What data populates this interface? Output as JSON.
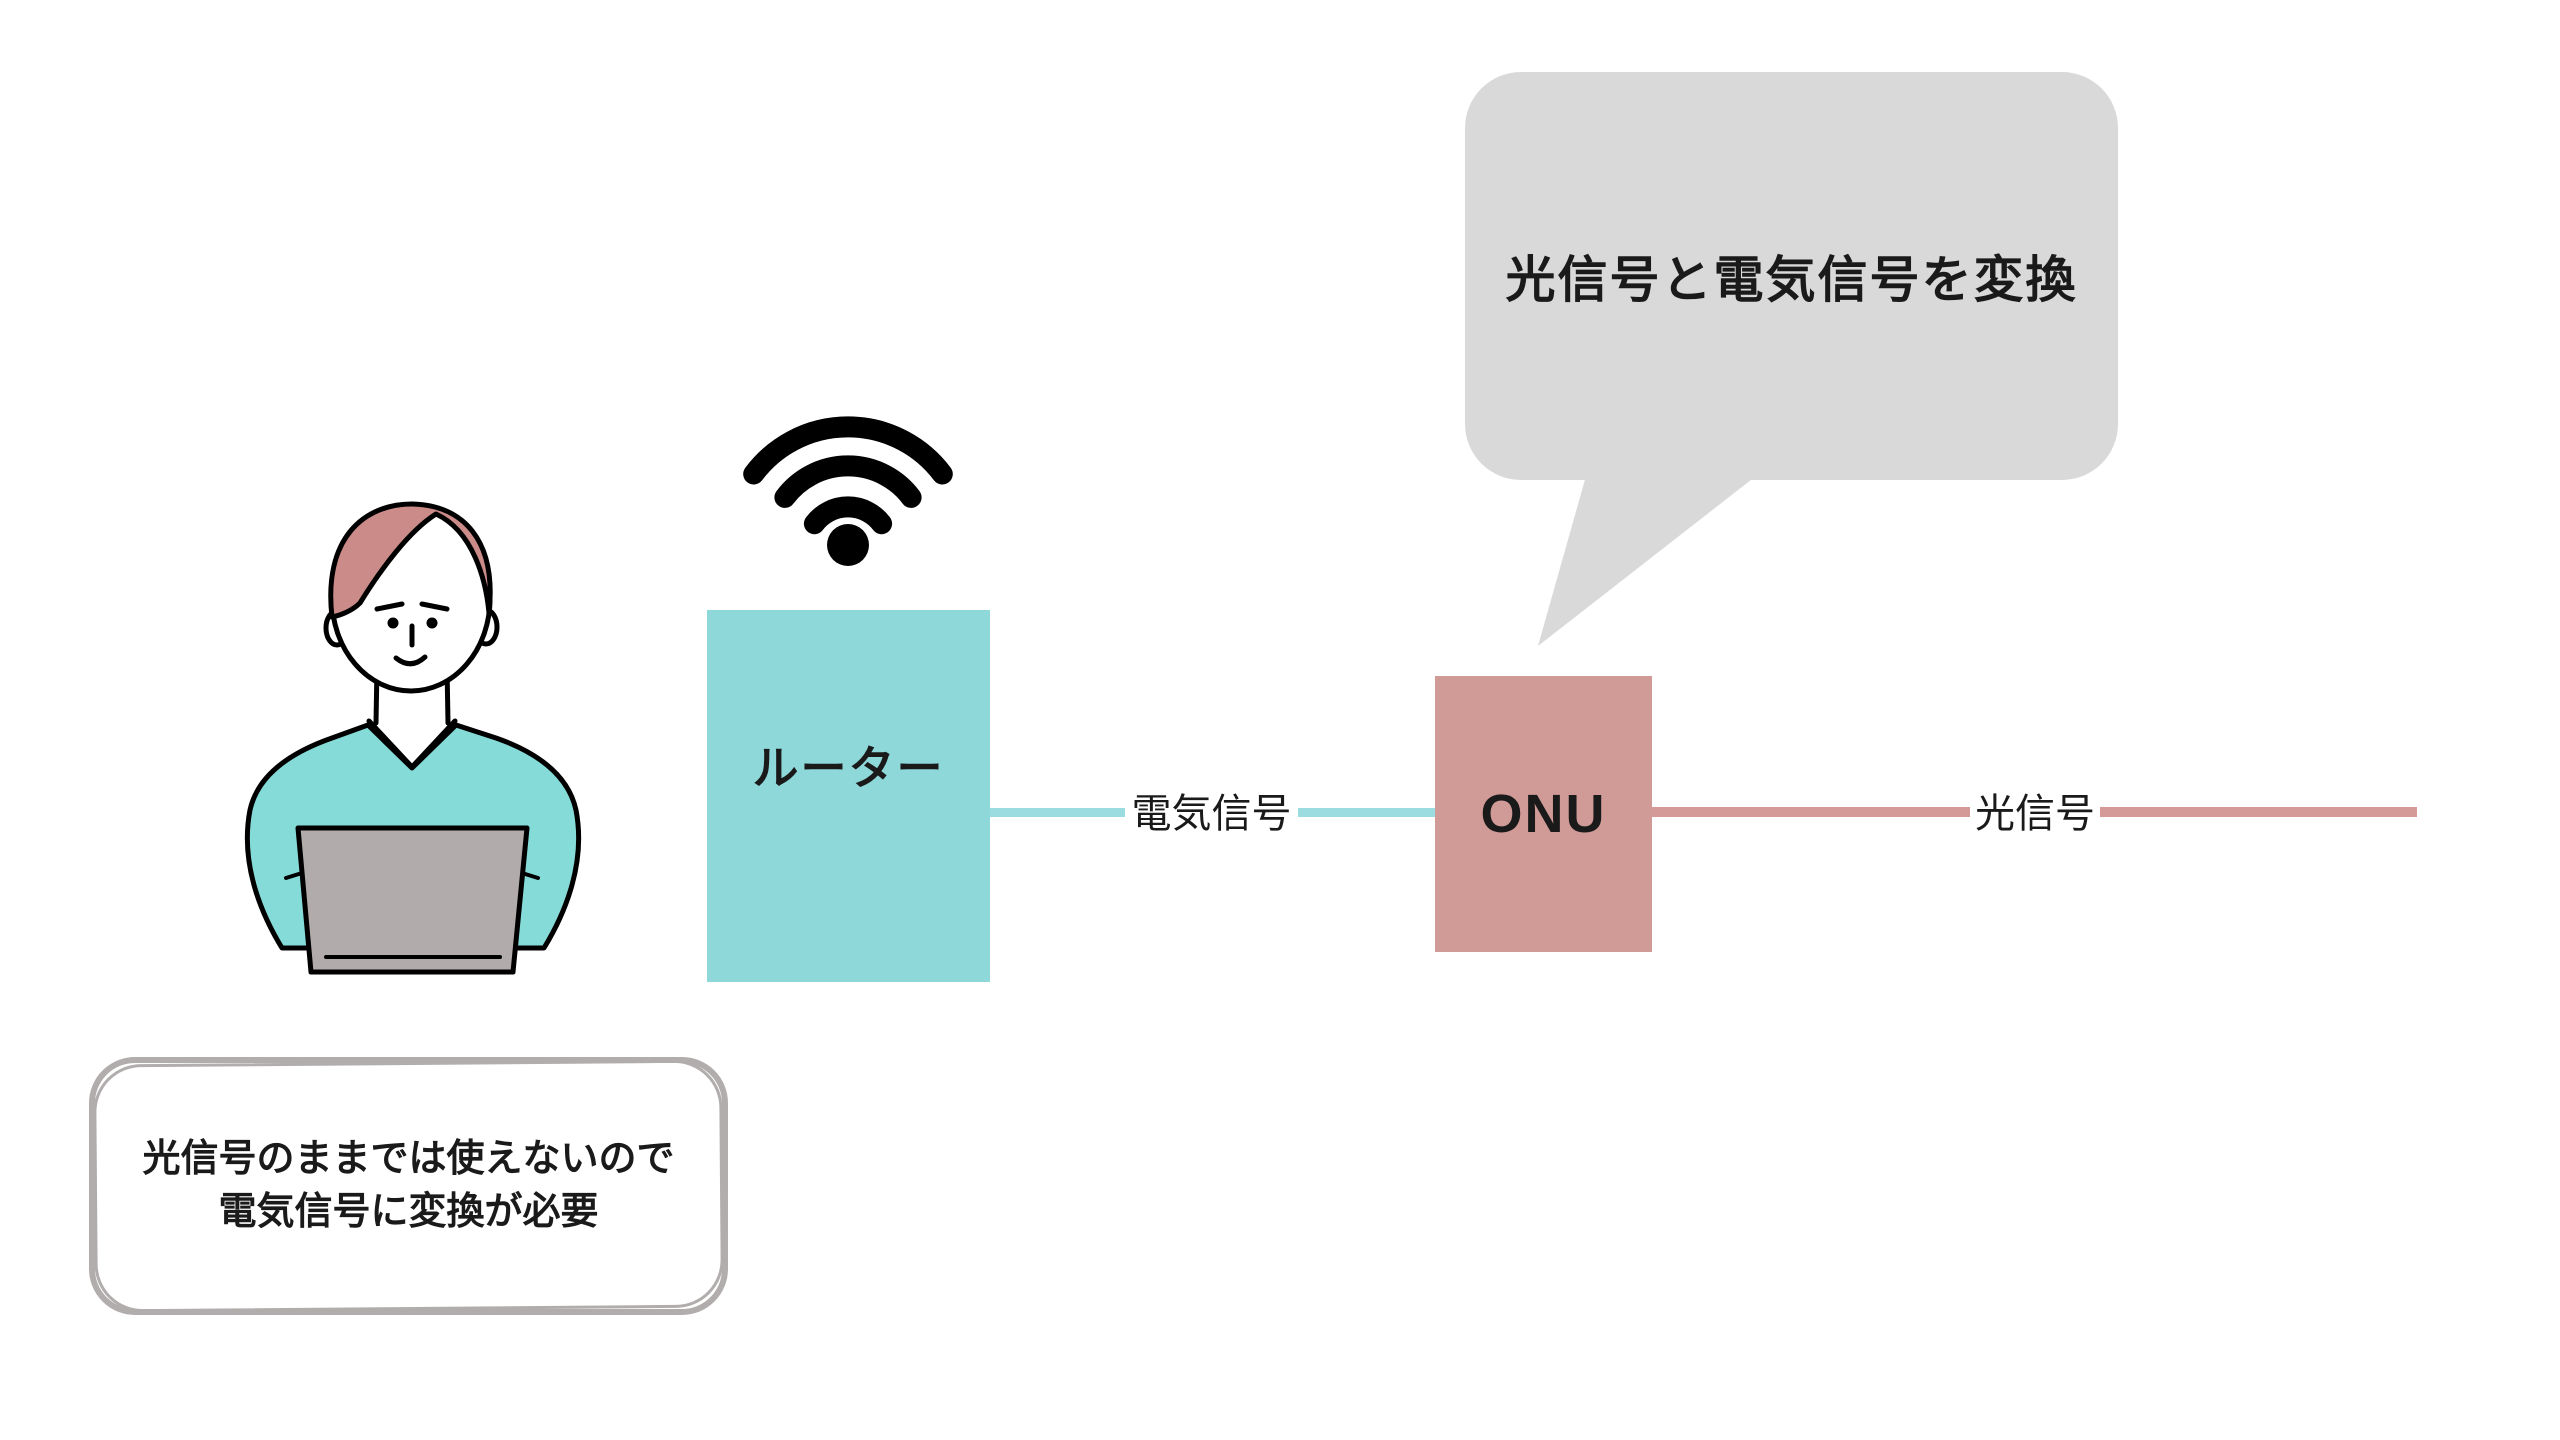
{
  "speech_bubble": {
    "text": "光信号と電気信号を変換"
  },
  "router": {
    "label": "ルーター"
  },
  "onu": {
    "label": "ONU"
  },
  "electric_link": {
    "label": "電気信号"
  },
  "optical_link": {
    "label": "光信号"
  },
  "note": {
    "line1": "光信号のままでは使えないので",
    "line2": "電気信号に変換が必要"
  },
  "icons": {
    "wireless": "wifi-icon"
  },
  "colors": {
    "bubble_gray": "#d9d9d9",
    "teal_box": "#8ed8da",
    "teal_line": "#9bdce0",
    "rose_box": "#d09a97",
    "rose_line": "#d49a98",
    "note_border": "#b1adad",
    "shirt": "#85dbd8",
    "hair": "#cb8c89",
    "laptop": "#b2abab",
    "ink": "#1a1a1a"
  }
}
